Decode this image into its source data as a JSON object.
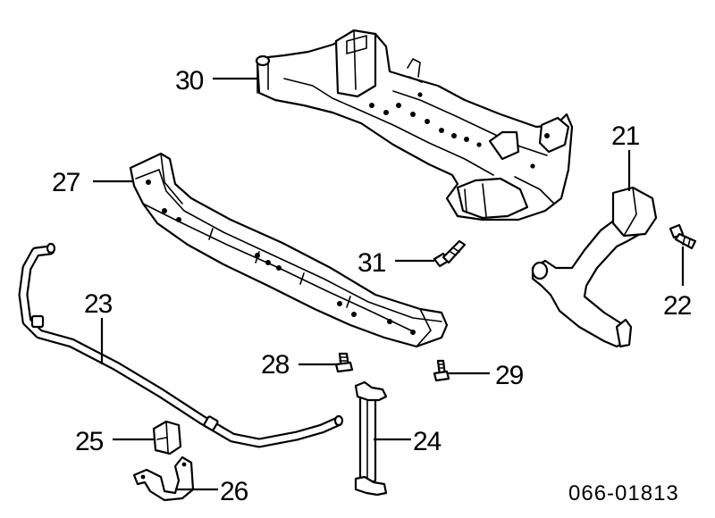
{
  "diagram": {
    "callouts": [
      {
        "id": "21",
        "label": "21"
      },
      {
        "id": "22",
        "label": "22"
      },
      {
        "id": "23",
        "label": "23"
      },
      {
        "id": "24",
        "label": "24"
      },
      {
        "id": "25",
        "label": "25"
      },
      {
        "id": "26",
        "label": "26"
      },
      {
        "id": "27",
        "label": "27"
      },
      {
        "id": "28",
        "label": "28"
      },
      {
        "id": "29",
        "label": "29"
      },
      {
        "id": "30",
        "label": "30"
      },
      {
        "id": "31",
        "label": "31"
      }
    ],
    "figure_code": "066-01813"
  }
}
